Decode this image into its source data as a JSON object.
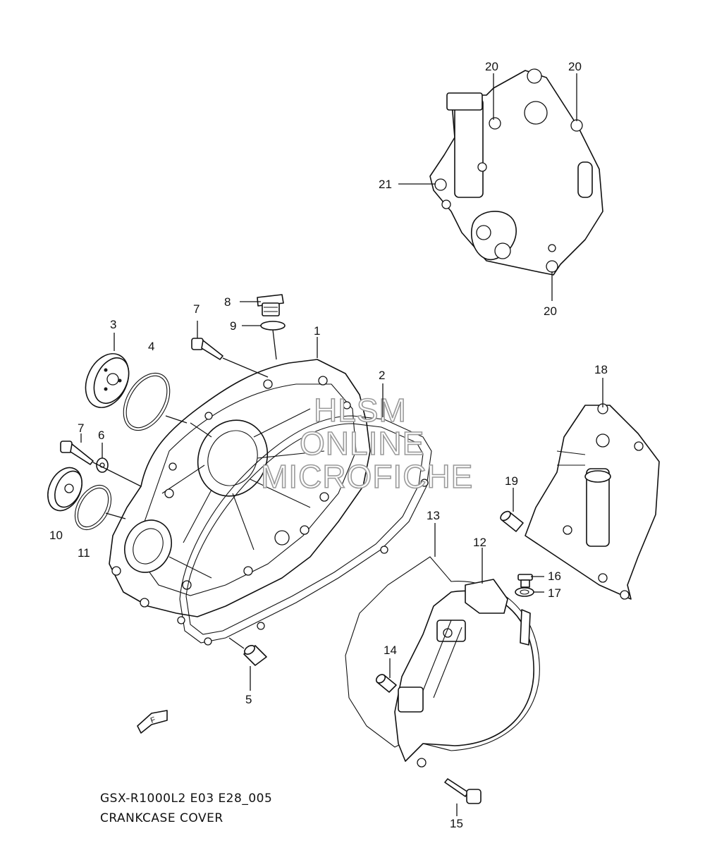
{
  "diagram_code": "GSX-R1000L2 E03 E28_005",
  "diagram_title": "CRANKCASE COVER",
  "watermark": [
    "HLSM",
    "ONLINE",
    "MICROFICHE"
  ],
  "direction_label": "F",
  "callouts": {
    "c1": "1",
    "c2": "2",
    "c3": "3",
    "c4": "4",
    "c5": "5",
    "c6": "6",
    "c7a": "7",
    "c7b": "7",
    "c8": "8",
    "c9": "9",
    "c10": "10",
    "c11": "11",
    "c12": "12",
    "c13": "13",
    "c14": "14",
    "c15": "15",
    "c16": "16",
    "c17": "17",
    "c18": "18",
    "c19": "19",
    "c20a": "20",
    "c20b": "20",
    "c20c": "20",
    "c21": "21"
  }
}
